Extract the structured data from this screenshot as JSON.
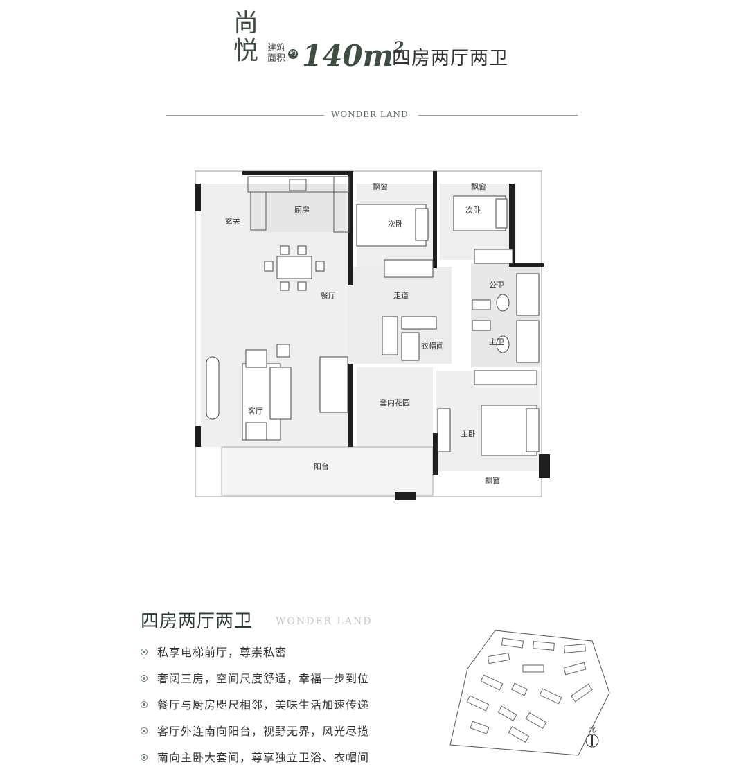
{
  "header": {
    "name": "尚悦",
    "area_label": "建筑面积",
    "approx": "约",
    "area_value": "140m",
    "area_unit_sup": "2",
    "layout_type": "四房两厅两卫",
    "brand": "WONDER LAND"
  },
  "floorplan": {
    "rooms": {
      "foyer": "玄关",
      "kitchen": "厨房",
      "bay_window_1": "飘窗",
      "bay_window_2": "飘窗",
      "bay_window_3": "飘窗",
      "second_bedroom_1": "次卧",
      "second_bedroom_2": "次卧",
      "dining": "餐厅",
      "hallway": "走道",
      "public_bath": "公卫",
      "master_bath": "主卫",
      "cloakroom": "衣帽间",
      "living": "客厅",
      "inner_garden": "套内花园",
      "master_bedroom": "主卧",
      "balcony": "阳台"
    }
  },
  "section": {
    "title": "四房两厅两卫",
    "brand": "WONDER LAND",
    "features": [
      "私享电梯前厅，尊崇私密",
      "奢阔三房，空间尺度舒适，幸福一步到位",
      "餐厅与厨房咫尺相邻，美味生活加速传递",
      "客厅外连南向阳台，视野无界，风光尽揽",
      "南向主卧大套间，尊享独立卫浴、衣帽间"
    ]
  },
  "site_plan": {
    "north_label": "北"
  },
  "colors": {
    "accent": "#3f4d43",
    "wall": "#1e1e1e",
    "floor": "#eeeeee"
  }
}
